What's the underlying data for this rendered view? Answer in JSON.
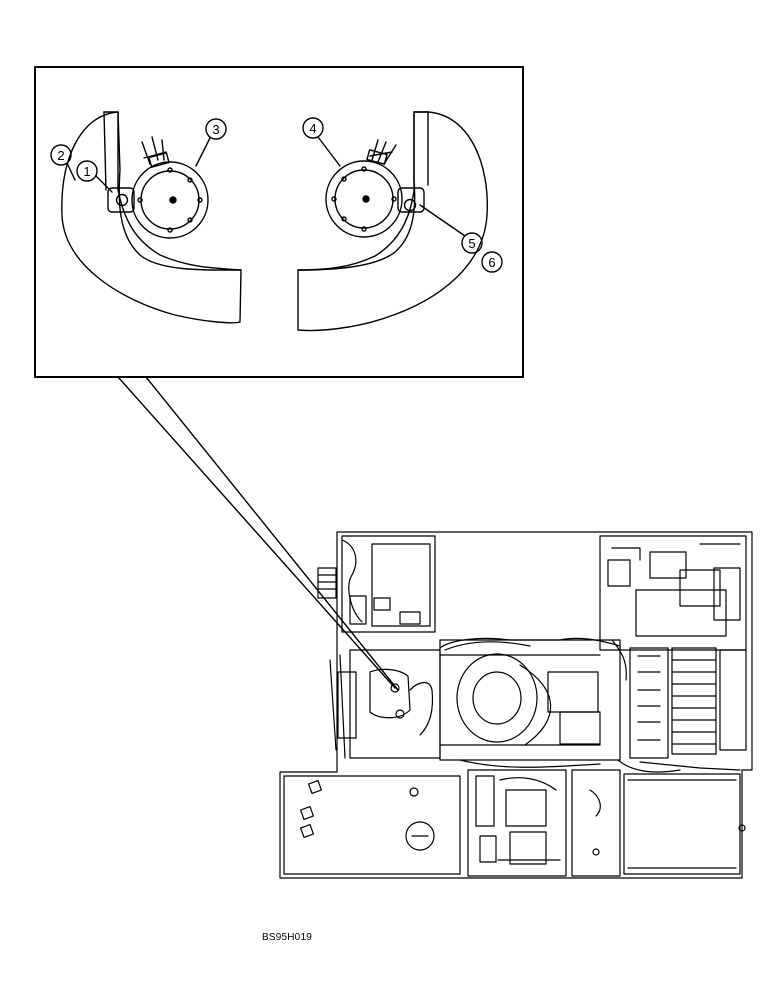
{
  "figure": {
    "id_label": "BS95H019"
  },
  "callouts": [
    {
      "label": "1"
    },
    {
      "label": "2"
    },
    {
      "label": "3"
    },
    {
      "label": "4"
    },
    {
      "label": "5"
    },
    {
      "label": "6"
    }
  ],
  "colors": {
    "line": "#000000",
    "background": "#ffffff"
  }
}
